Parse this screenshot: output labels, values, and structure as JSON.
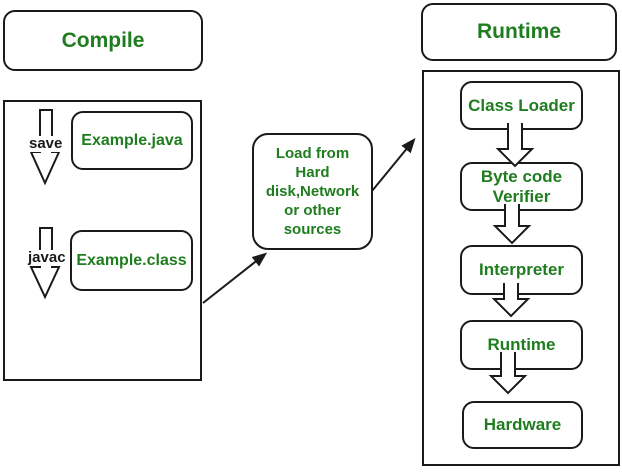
{
  "colors": {
    "text_green": "#1f7d1f",
    "line_black": "#1a1a1a",
    "background": "#ffffff"
  },
  "compile_panel": {
    "title": "Compile",
    "save_label": "save",
    "source_file": "Example.java",
    "javac_label": "javac",
    "class_file": "Example.class"
  },
  "load_box": {
    "lines": [
      "Load from",
      "Hard",
      "disk,Network",
      "or other",
      "sources"
    ]
  },
  "runtime_panel": {
    "title": "Runtime",
    "steps": [
      "Class Loader",
      "Byte code Verifier",
      "Interpreter",
      "Runtime",
      "Hardware"
    ]
  }
}
